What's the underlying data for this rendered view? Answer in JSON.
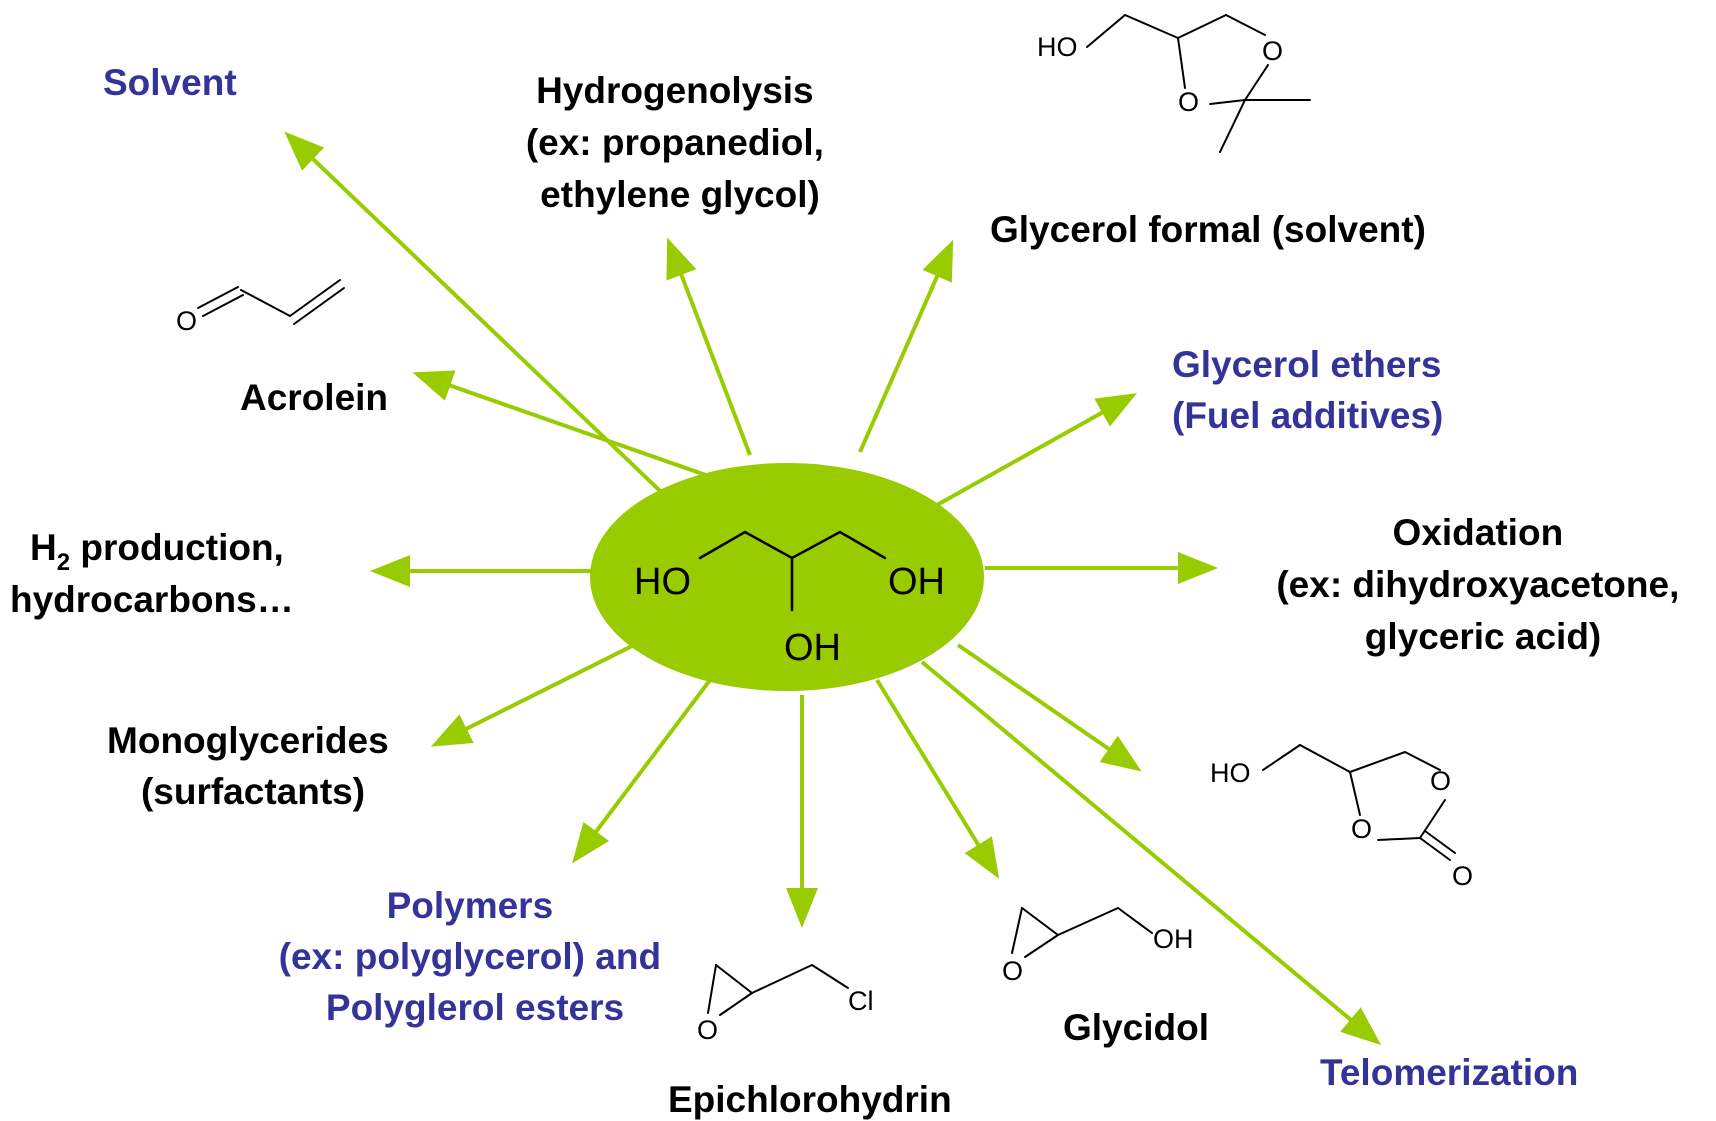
{
  "colors": {
    "arrow": "#99cc00",
    "ellipse": "#99cc00",
    "blue_text": "#333399",
    "black_text": "#000000"
  },
  "center": {
    "ho_left": "HO",
    "oh_right": "OH",
    "oh_bottom": "OH"
  },
  "labels": {
    "solvent": "Solvent",
    "hydrogenolysis": [
      "Hydrogenolysis",
      "(ex: propanediol,",
      "ethylene glycol)"
    ],
    "glycerol_formal": "Glycerol formal (solvent)",
    "glycerol_ethers": [
      "Glycerol ethers",
      "(Fuel additives)"
    ],
    "oxidation": [
      "Oxidation",
      "(ex: dihydroxyacetone,",
      "glyceric acid)"
    ],
    "acrolein": "Acrolein",
    "h2": {
      "h": "H",
      "sub": "2",
      "rest": " production,",
      "line2": "hydrocarbons…"
    },
    "monoglycerides": [
      "Monoglycerides",
      "(surfactants)"
    ],
    "polymers": [
      "Polymers",
      "(ex: polyglycerol) and",
      "Polyglerol esters"
    ],
    "epichlorohydrin": "Epichlorohydrin",
    "glycidol": "Glycidol",
    "telomerization": "Telomerization"
  },
  "structures": {
    "formal": {
      "ho": "HO",
      "o1": "O",
      "o2": "O"
    },
    "acrolein": {
      "o": "O"
    },
    "carbonate": {
      "ho": "HO",
      "o1": "O",
      "o2": "O",
      "o3": "O"
    },
    "epichlorohydrin": {
      "o": "O",
      "cl": "Cl"
    },
    "glycidol": {
      "o": "O",
      "oh": "OH"
    }
  }
}
